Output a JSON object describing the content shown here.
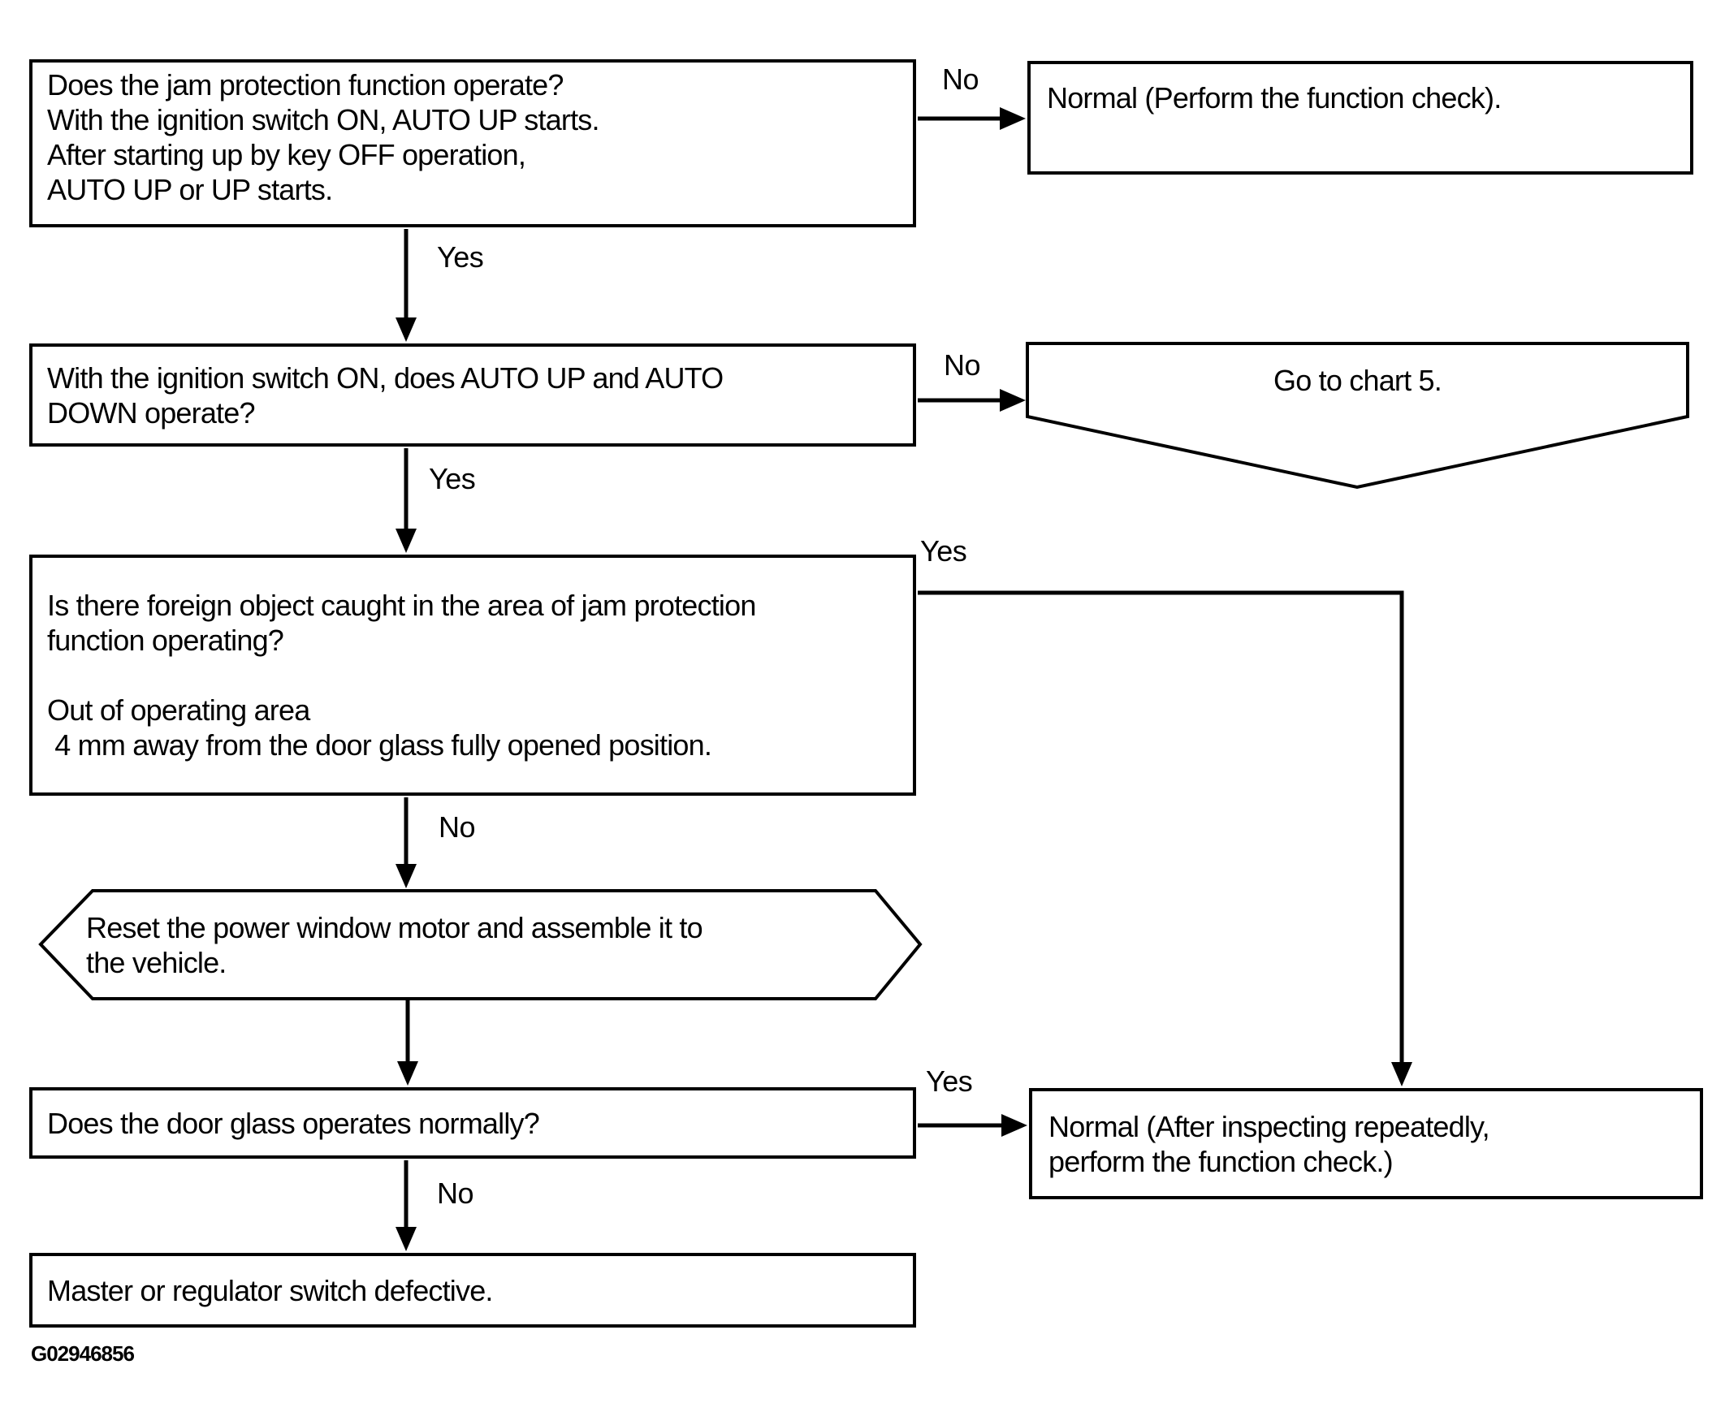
{
  "flowchart": {
    "figure_id": "G02946856",
    "nodes": {
      "q1": {
        "text": "Does the jam protection function operate?\nWith the ignition switch ON, AUTO UP starts.\nAfter starting up by key OFF operation,\nAUTO UP or UP starts."
      },
      "normal1": {
        "text": "Normal (Perform the function check)."
      },
      "q2": {
        "text": "With the ignition switch ON, does AUTO UP and AUTO\nDOWN operate?"
      },
      "chart5": {
        "text": "Go to chart 5."
      },
      "q3": {
        "text": "Is there foreign object caught in the area of jam protection\nfunction operating?\n\nOut of operating area\n 4 mm away from the door glass fully opened position."
      },
      "reset": {
        "text": "Reset the power window motor and assemble it to\nthe vehicle."
      },
      "q4": {
        "text": "Does the door glass operates normally?"
      },
      "normal2": {
        "text": "Normal (After inspecting repeatedly,\nperform the function check.)"
      },
      "defective": {
        "text": "Master or regulator switch defective."
      }
    },
    "labels": {
      "q1_no": "No",
      "q1_yes": "Yes",
      "q2_no": "No",
      "q2_yes": "Yes",
      "q3_yes": "Yes",
      "q3_no": "No",
      "q4_yes": "Yes",
      "q4_no": "No"
    },
    "colors": {
      "line": "#000000",
      "background": "#ffffff"
    }
  }
}
